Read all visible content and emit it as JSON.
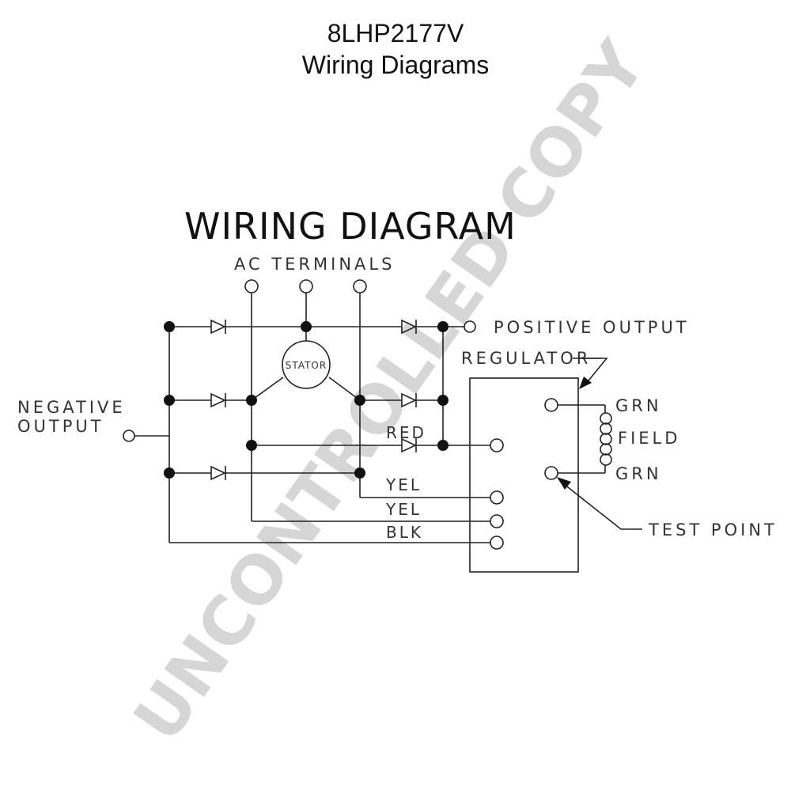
{
  "header": {
    "model": "8LHP2177V",
    "subtitle": "Wiring Diagrams"
  },
  "diagram": {
    "title": "WIRING DIAGRAM",
    "ac_terminals": "AC TERMINALS",
    "stator": "STATOR",
    "positive_output": "POSITIVE OUTPUT",
    "negative_output_line1": "NEGATIVE",
    "negative_output_line2": "OUTPUT",
    "regulator": "REGULATOR",
    "field": "FIELD",
    "grn_top": "GRN",
    "grn_bottom": "GRN",
    "test_point": "TEST POINT",
    "wire_red": "RED",
    "wire_yel_1": "YEL",
    "wire_yel_2": "YEL",
    "wire_blk": "BLK"
  },
  "watermark": "UNCONTROLLED COPY",
  "colors": {
    "line": "#222222",
    "watermark": "#d6d6d6"
  }
}
